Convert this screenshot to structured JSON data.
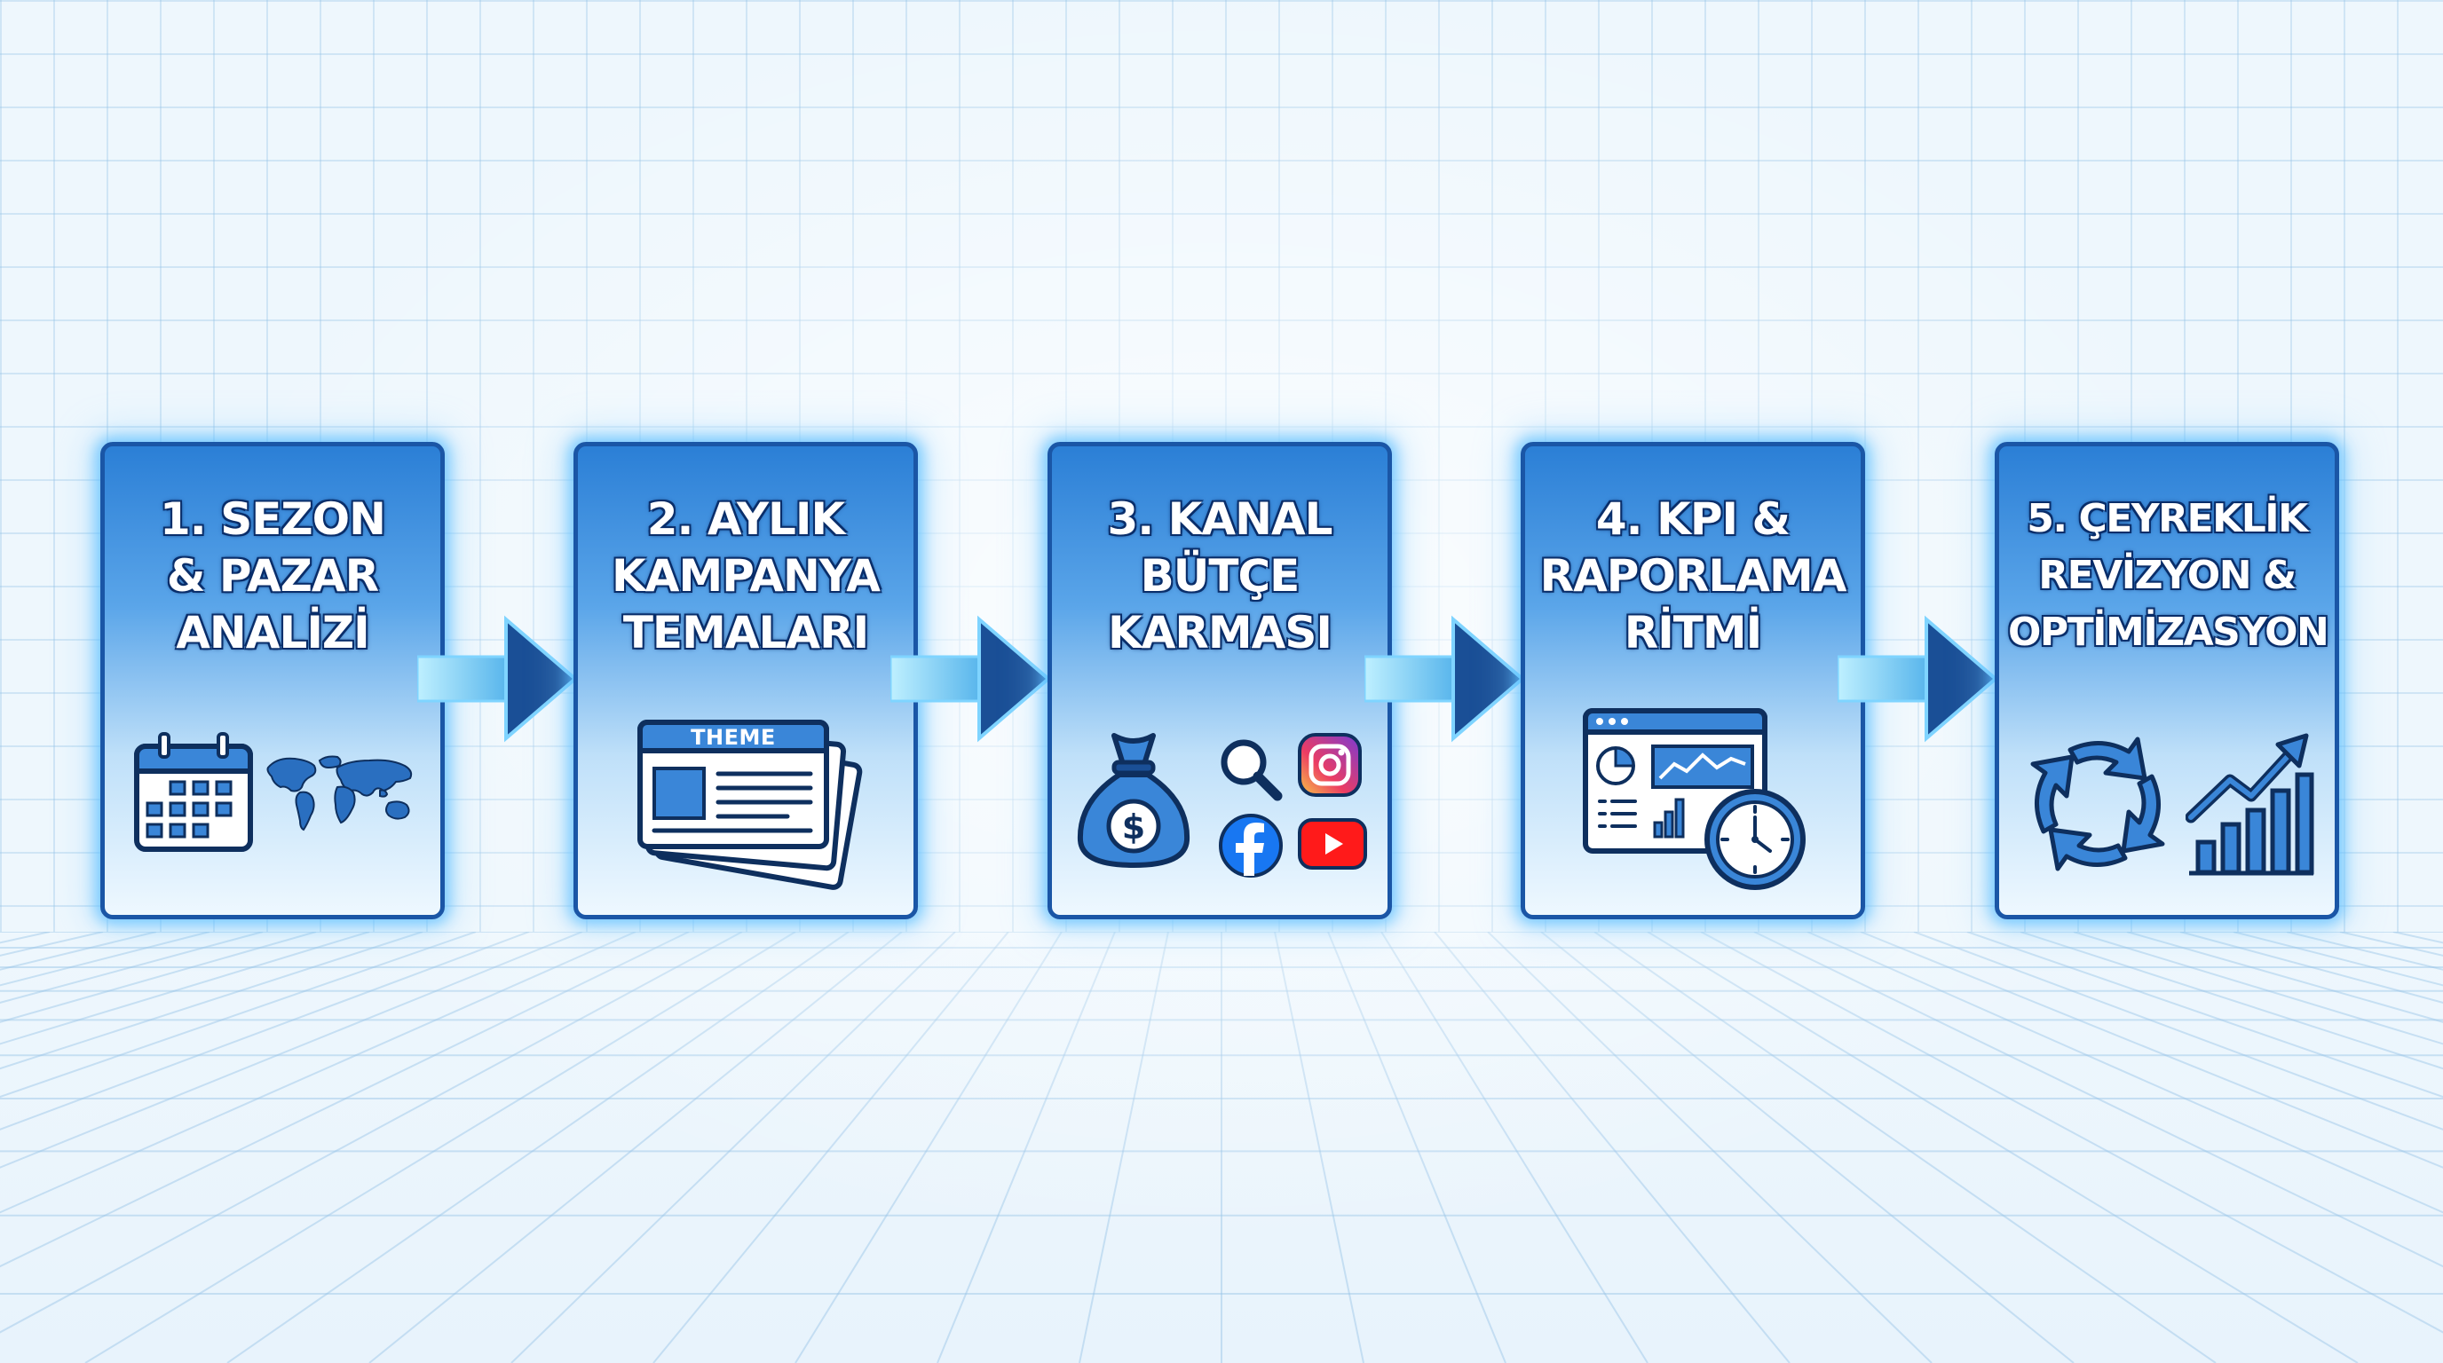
{
  "steps": [
    {
      "lines": [
        "1. SEZON",
        "& PAZAR",
        "ANALİZİ"
      ],
      "icons": [
        "calendar-icon",
        "world-map-icon"
      ]
    },
    {
      "lines": [
        "2. AYLIK",
        "KAMPANYA",
        "TEMALARI"
      ],
      "icons": [
        "theme-documents-icon"
      ],
      "theme_label": "THEME"
    },
    {
      "lines": [
        "3. KANAL",
        "BÜTÇE",
        "KARMASI"
      ],
      "icons": [
        "money-bag-icon",
        "search-icon",
        "instagram-icon",
        "facebook-icon",
        "youtube-icon"
      ]
    },
    {
      "lines": [
        "4. KPI &",
        "RAPORLAMA",
        "RİTMİ"
      ],
      "icons": [
        "dashboard-icon",
        "clock-icon"
      ]
    },
    {
      "lines": [
        "5. ÇEYREKLİK",
        "REVİZYON &",
        "OPTİMİZASYON"
      ],
      "icons": [
        "refresh-cycle-icon",
        "growth-chart-icon"
      ]
    }
  ],
  "colors": {
    "box_border": "#1a56a6",
    "box_top": "#2b7fd6",
    "box_bottom": "#eef8ff",
    "arrow_head": "#1a4f96",
    "icon_fill": "#3a86d8",
    "icon_stroke": "#0e2f5e",
    "background": "#eef7fd"
  }
}
